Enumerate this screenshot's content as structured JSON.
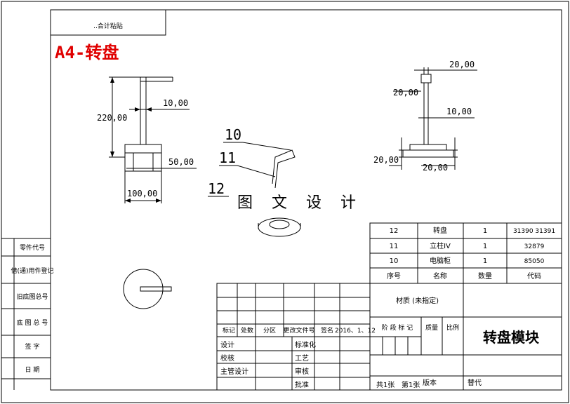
{
  "sheet": {
    "top_label": "..合计粘贴",
    "drawing_title": "A4-转盘",
    "watermark": "图 文 设 计"
  },
  "left_strip": [
    "零件代号",
    "借(通)用件登记",
    "旧底图总号",
    "底 图 总 号",
    "签 字",
    "日 期"
  ],
  "front_view_dims": {
    "h_total": "220,00",
    "top_w": "10,00",
    "base_h": "50,00",
    "base_w": "100,00"
  },
  "side_view_dims": {
    "top": "20,00",
    "left_upper": "20,00",
    "mid": "10,00",
    "left_lower": "20,00",
    "bottom": "20,00"
  },
  "callouts": [
    "10",
    "11",
    "12"
  ],
  "bom": {
    "rows": [
      {
        "no": "12",
        "name": "转盘",
        "qty": "1",
        "code": "31390   31391"
      },
      {
        "no": "11",
        "name": "立柱IV",
        "qty": "1",
        "code": "32879"
      },
      {
        "no": "10",
        "name": "电脑柜",
        "qty": "1",
        "code": "85050"
      }
    ],
    "header": {
      "no": "序号",
      "name": "名称",
      "qty": "数量",
      "code": "代码"
    }
  },
  "title_block": {
    "material": "材质 (未指定)",
    "part_name": "转盘模块",
    "rev_row": [
      "标记",
      "处数",
      "分区",
      "更改文件号",
      "签名",
      "2016、1、12"
    ],
    "stage_labels": [
      "阶 段 标 记",
      "质量",
      "比例"
    ],
    "roles_left": [
      "设计",
      "校核",
      "主管设计"
    ],
    "roles_right": [
      "标准化",
      "工艺",
      "审核",
      "批准"
    ],
    "sheet_count": "共1张",
    "sheet_no": "第1张",
    "version": "版本",
    "replace": "替代"
  }
}
